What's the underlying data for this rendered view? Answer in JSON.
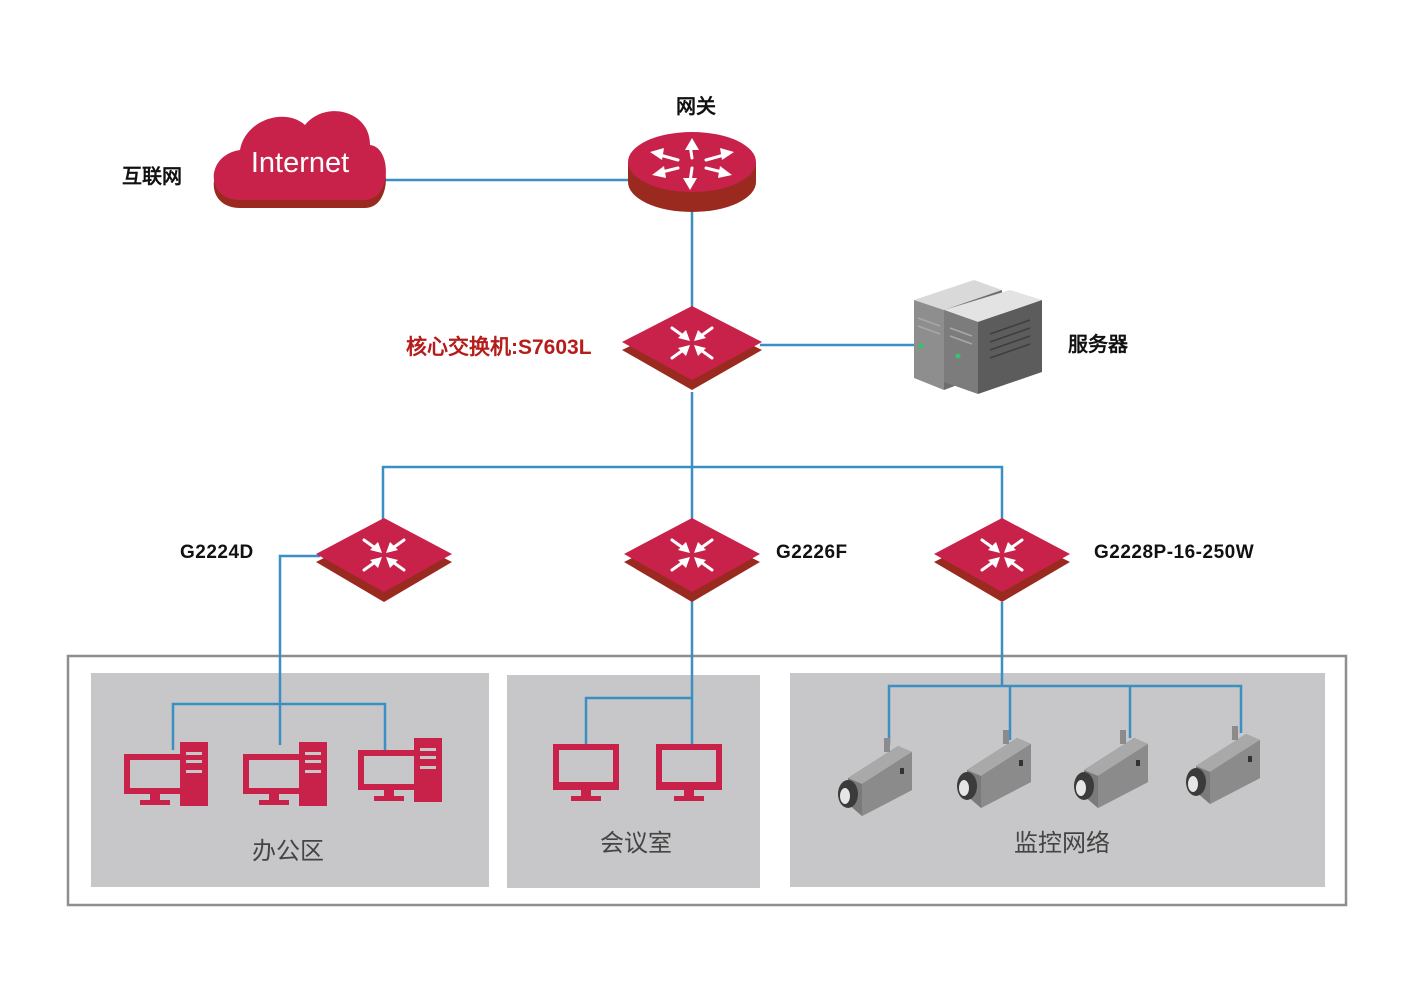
{
  "colors": {
    "device_red": "#c8224a",
    "device_red_dark": "#9a2a20",
    "link_blue": "#3a8fc3",
    "zone_gray": "#c7c7c9",
    "frame_gray": "#8e8e8e",
    "core_label": "#b51c1c"
  },
  "nodes": {
    "internet": {
      "label": "互联网",
      "cloud_text": "Internet",
      "icon": "cloud-icon"
    },
    "gateway": {
      "label": "网关",
      "icon": "router-icon"
    },
    "core": {
      "label": "核心交换机:S7603L",
      "icon": "switch-icon"
    },
    "server": {
      "label": "服务器",
      "icon": "server-icon"
    },
    "access": [
      {
        "label": "G2224D",
        "icon": "switch-icon"
      },
      {
        "label": "G2226F",
        "icon": "switch-icon"
      },
      {
        "label": "G2228P-16-250W",
        "icon": "switch-icon"
      }
    ]
  },
  "zones": [
    {
      "label": "办公区",
      "device": "desktop-pc-icon",
      "count": 3
    },
    {
      "label": "会议室",
      "device": "monitor-icon",
      "count": 2
    },
    {
      "label": "监控网络",
      "device": "camera-icon",
      "count": 4
    }
  ]
}
